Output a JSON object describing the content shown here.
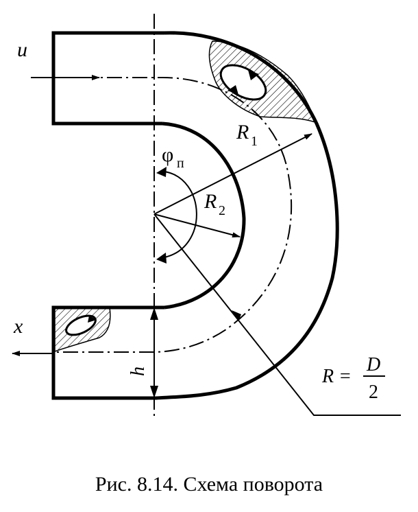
{
  "labels": {
    "u": "u",
    "x": "x",
    "h": "h",
    "R1_main": "R",
    "R1_sub": "1",
    "R2_main": "R",
    "R2_sub": "2",
    "phi_main": "φ",
    "phi_sub": "п",
    "R_eq_lhs": "R =",
    "R_eq_num": "D",
    "R_eq_den": "2"
  },
  "caption": "Рис. 8.14. Схема поворота",
  "colors": {
    "stroke": "#000000",
    "background": "#ffffff"
  }
}
